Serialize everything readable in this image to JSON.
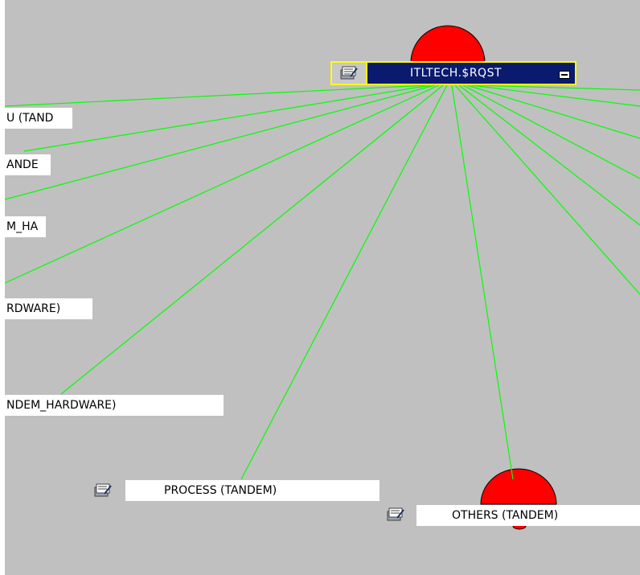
{
  "root": {
    "title": "ITLTECH.$RQST",
    "icon": "service-icon",
    "collapse_icon": "collapse-icon"
  },
  "nodes": [
    {
      "label": "U (TAND"
    },
    {
      "label": "ANDE"
    },
    {
      "label": "M_HA"
    },
    {
      "label": "RDWARE)"
    },
    {
      "label": "NDEM_HARDWARE)"
    },
    {
      "label": "PROCESS (TANDEM)"
    },
    {
      "label": "OTHERS (TANDEM)"
    }
  ],
  "colors": {
    "background": "#c0c0c0",
    "edge": "#00ff00",
    "alert_marker": "#ff0000",
    "root_fill": "#0a1a6e",
    "root_border": "#ffff00"
  }
}
